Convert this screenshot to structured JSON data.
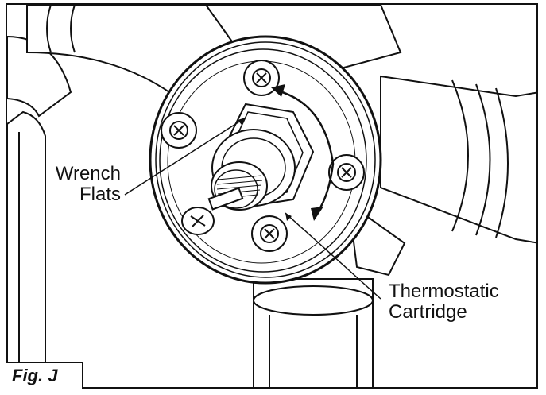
{
  "figure": {
    "tag": "Fig. J"
  },
  "callouts": {
    "wrench_flats_line1": "Wrench",
    "wrench_flats_line2": "Flats",
    "cartridge_line1": "Thermostatic",
    "cartridge_line2": "Cartridge"
  }
}
